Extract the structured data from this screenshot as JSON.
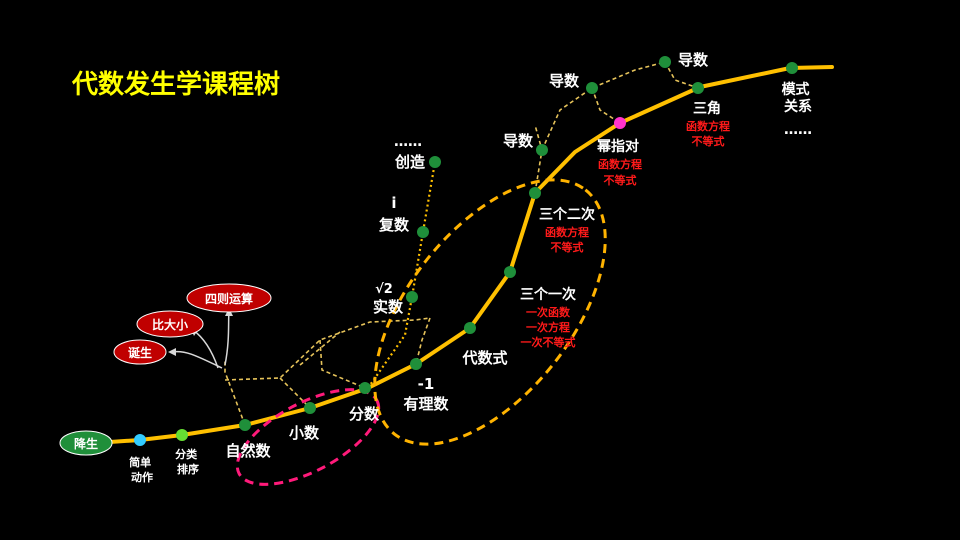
{
  "title": "代数发生学课程树",
  "colors": {
    "background": "#000000",
    "title": "#ffff00",
    "trunk": "#ffc000",
    "branch": "#e6c35a",
    "node": "#1f8f3a",
    "red_text": "#ff1a1a",
    "red_bubble": "#c00000",
    "magenta_ring": "#ff1a7a",
    "orange_ring": "#ffb300"
  },
  "root": {
    "label": "降生"
  },
  "stages": {
    "simple_actions": "简单\n动作",
    "classify_sort": "分类\n排序",
    "natural_numbers": "自然数",
    "decimals": "小数",
    "fractions": "分数",
    "rationals_neg": "-1",
    "rationals": "有理数",
    "algebraic_expr": "代数式",
    "linear": "三个一次",
    "linear_sub": [
      "一次函数",
      "一次方程",
      "一次不等式"
    ],
    "quadratic": "三个二次",
    "quadratic_sub": [
      "函数方程",
      "不等式"
    ],
    "exp_log": "幂指对",
    "exp_log_sub": [
      "函数方程",
      "不等式"
    ],
    "trig": "三角",
    "trig_sub": [
      "函数方程",
      "不等式"
    ],
    "model": "模式\n关系",
    "model_more": "……"
  },
  "branches": {
    "real_sqrt": "√2",
    "real": "实数",
    "complex_i": "i",
    "complex": "复数",
    "create": "创造",
    "create_more": "……",
    "derivative_1": "导数",
    "derivative_2": "导数",
    "derivative_3": "导数"
  },
  "bubbles": [
    "四则运算",
    "比大小",
    "诞生"
  ]
}
